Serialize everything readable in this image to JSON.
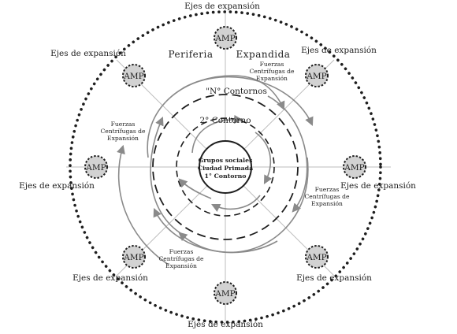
{
  "axis_label": "Ejes de expansión",
  "amp_label": "AMP",
  "zone": {
    "left": "Periferia",
    "right": "Expandida"
  },
  "forces": {
    "line1": "Fuerzas",
    "line2": "Centrífugas de",
    "line3": "Expansión"
  },
  "rings": {
    "outer": "\"N° Contornos",
    "second": "2° Contorno"
  },
  "core": {
    "line1": "Grupos sociales",
    "line2": "Ciudad Primada",
    "line3": "1° Contorno"
  },
  "colors": {
    "ink": "#1e1e1e",
    "arrow": "#8a8a8a",
    "axis": "#bdbdbd",
    "amp_fill": "#d2d2d2"
  }
}
